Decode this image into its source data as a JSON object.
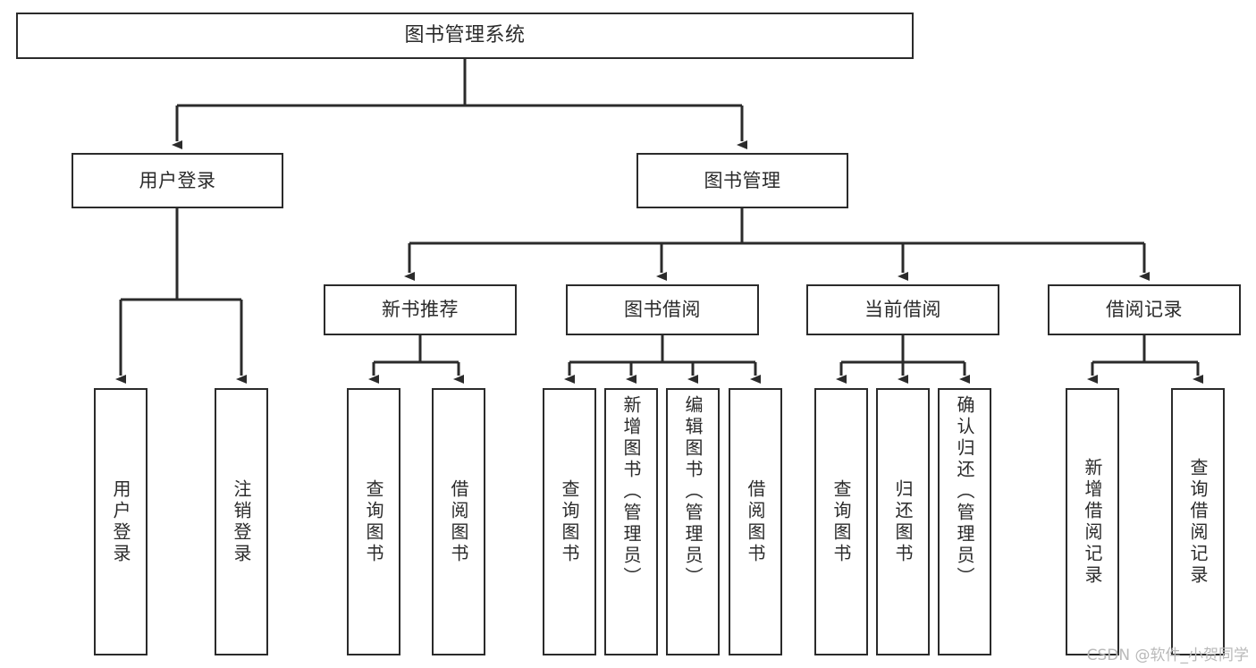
{
  "diagram": {
    "type": "hierarchy-tree",
    "title": "图书管理系统",
    "watermark": "CSDN @软件_小贺同学",
    "colors": {
      "box_border": "#2b2b2b",
      "box_fill": "#ffffff",
      "connector": "#2b2b2b",
      "text": "#2b2b2b",
      "watermark": "#b9b9b9",
      "background": "#ffffff"
    },
    "root": {
      "label": "图书管理系统"
    },
    "level1": [
      {
        "label": "用户登录"
      },
      {
        "label": "图书管理"
      }
    ],
    "level2": [
      {
        "label": "新书推荐"
      },
      {
        "label": "图书借阅"
      },
      {
        "label": "当前借阅"
      },
      {
        "label": "借阅记录"
      }
    ],
    "leaves": {
      "user_login": [
        {
          "label": "用户登录"
        },
        {
          "label": "注销登录"
        }
      ],
      "new_book_recommend": [
        {
          "label": "查询图书"
        },
        {
          "label": "借阅图书"
        }
      ],
      "book_borrow": [
        {
          "label": "查询图书"
        },
        {
          "label": "新增图书（管理员）"
        },
        {
          "label": "编辑图书（管理员）"
        },
        {
          "label": "借阅图书"
        }
      ],
      "current_borrow": [
        {
          "label": "查询图书"
        },
        {
          "label": "归还图书"
        },
        {
          "label": "确认归还（管理员）"
        }
      ],
      "borrow_record": [
        {
          "label": "新增借阅记录"
        },
        {
          "label": "查询借阅记录"
        }
      ]
    }
  }
}
